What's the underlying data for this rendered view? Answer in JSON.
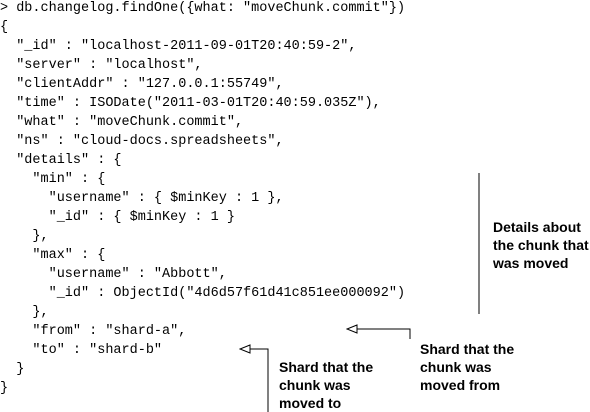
{
  "code": {
    "lines": [
      "> db.changelog.findOne({what: \"moveChunk.commit\"})",
      "{",
      "  \"_id\" : \"localhost-2011-09-01T20:40:59-2\",",
      "  \"server\" : \"localhost\",",
      "  \"clientAddr\" : \"127.0.0.1:55749\",",
      "  \"time\" : ISODate(\"2011-03-01T20:40:59.035Z\"),",
      "  \"what\" : \"moveChunk.commit\",",
      "  \"ns\" : \"cloud-docs.spreadsheets\",",
      "  \"details\" : {",
      "    \"min\" : {",
      "      \"username\" : { $minKey : 1 },",
      "      \"_id\" : { $minKey : 1 }",
      "    },",
      "    \"max\" : {",
      "      \"username\" : \"Abbott\",",
      "      \"_id\" : ObjectId(\"4d6d57f61d41c851ee000092\")",
      "    },",
      "    \"from\" : \"shard-a\",",
      "    \"to\" : \"shard-b\"",
      "  }",
      "}"
    ]
  },
  "annotations": {
    "details": "Details about\nthe chunk that\nwas moved",
    "moved_from": "Shard that the\nchunk was\nmoved from",
    "moved_to": "Shard that the\nchunk was\nmoved to"
  }
}
